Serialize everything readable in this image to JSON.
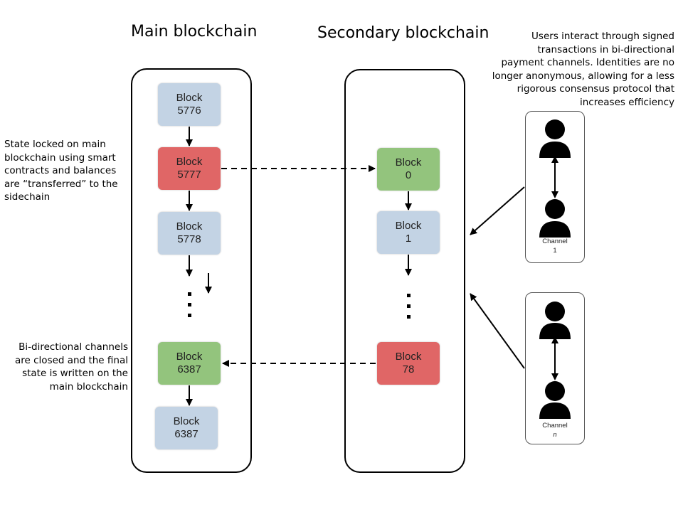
{
  "titles": {
    "main": "Main blockchain",
    "secondary": "Secondary blockchain"
  },
  "notes": {
    "users": [
      "Users interact through signed",
      "transactions in bi-directional",
      "payment channels. Identities are no",
      "longer anonymous, allowing for a less",
      "rigorous consensus protocol that",
      "increases efficiency"
    ],
    "state_locked": [
      "State locked on main",
      "blockchain using smart",
      "contracts and balances",
      "are “transferred” to the",
      "sidechain"
    ],
    "closed": [
      "Bi-directional channels",
      "are closed and the final",
      "state is written on the",
      "main blockchain"
    ]
  },
  "main_chain": [
    {
      "line1": "Block",
      "line2": "5776",
      "color": "#c3d3e4"
    },
    {
      "line1": "Block",
      "line2": "5777",
      "color": "#e06666"
    },
    {
      "line1": "Block",
      "line2": "5778",
      "color": "#c3d3e4"
    },
    {
      "line1": "Block",
      "line2": "6387",
      "color": "#93c47d"
    },
    {
      "line1": "Block",
      "line2": "6387",
      "color": "#c3d3e4"
    }
  ],
  "secondary_chain": [
    {
      "line1": "Block",
      "line2": "0",
      "color": "#93c47d"
    },
    {
      "line1": "Block",
      "line2": "1",
      "color": "#c3d3e4"
    },
    {
      "line1": "Block",
      "line2": "78",
      "color": "#e06666"
    }
  ],
  "channels": [
    {
      "label": "Channel",
      "id": "1"
    },
    {
      "label": "Channel",
      "id": "n"
    }
  ],
  "icons": [
    "person-icon"
  ]
}
